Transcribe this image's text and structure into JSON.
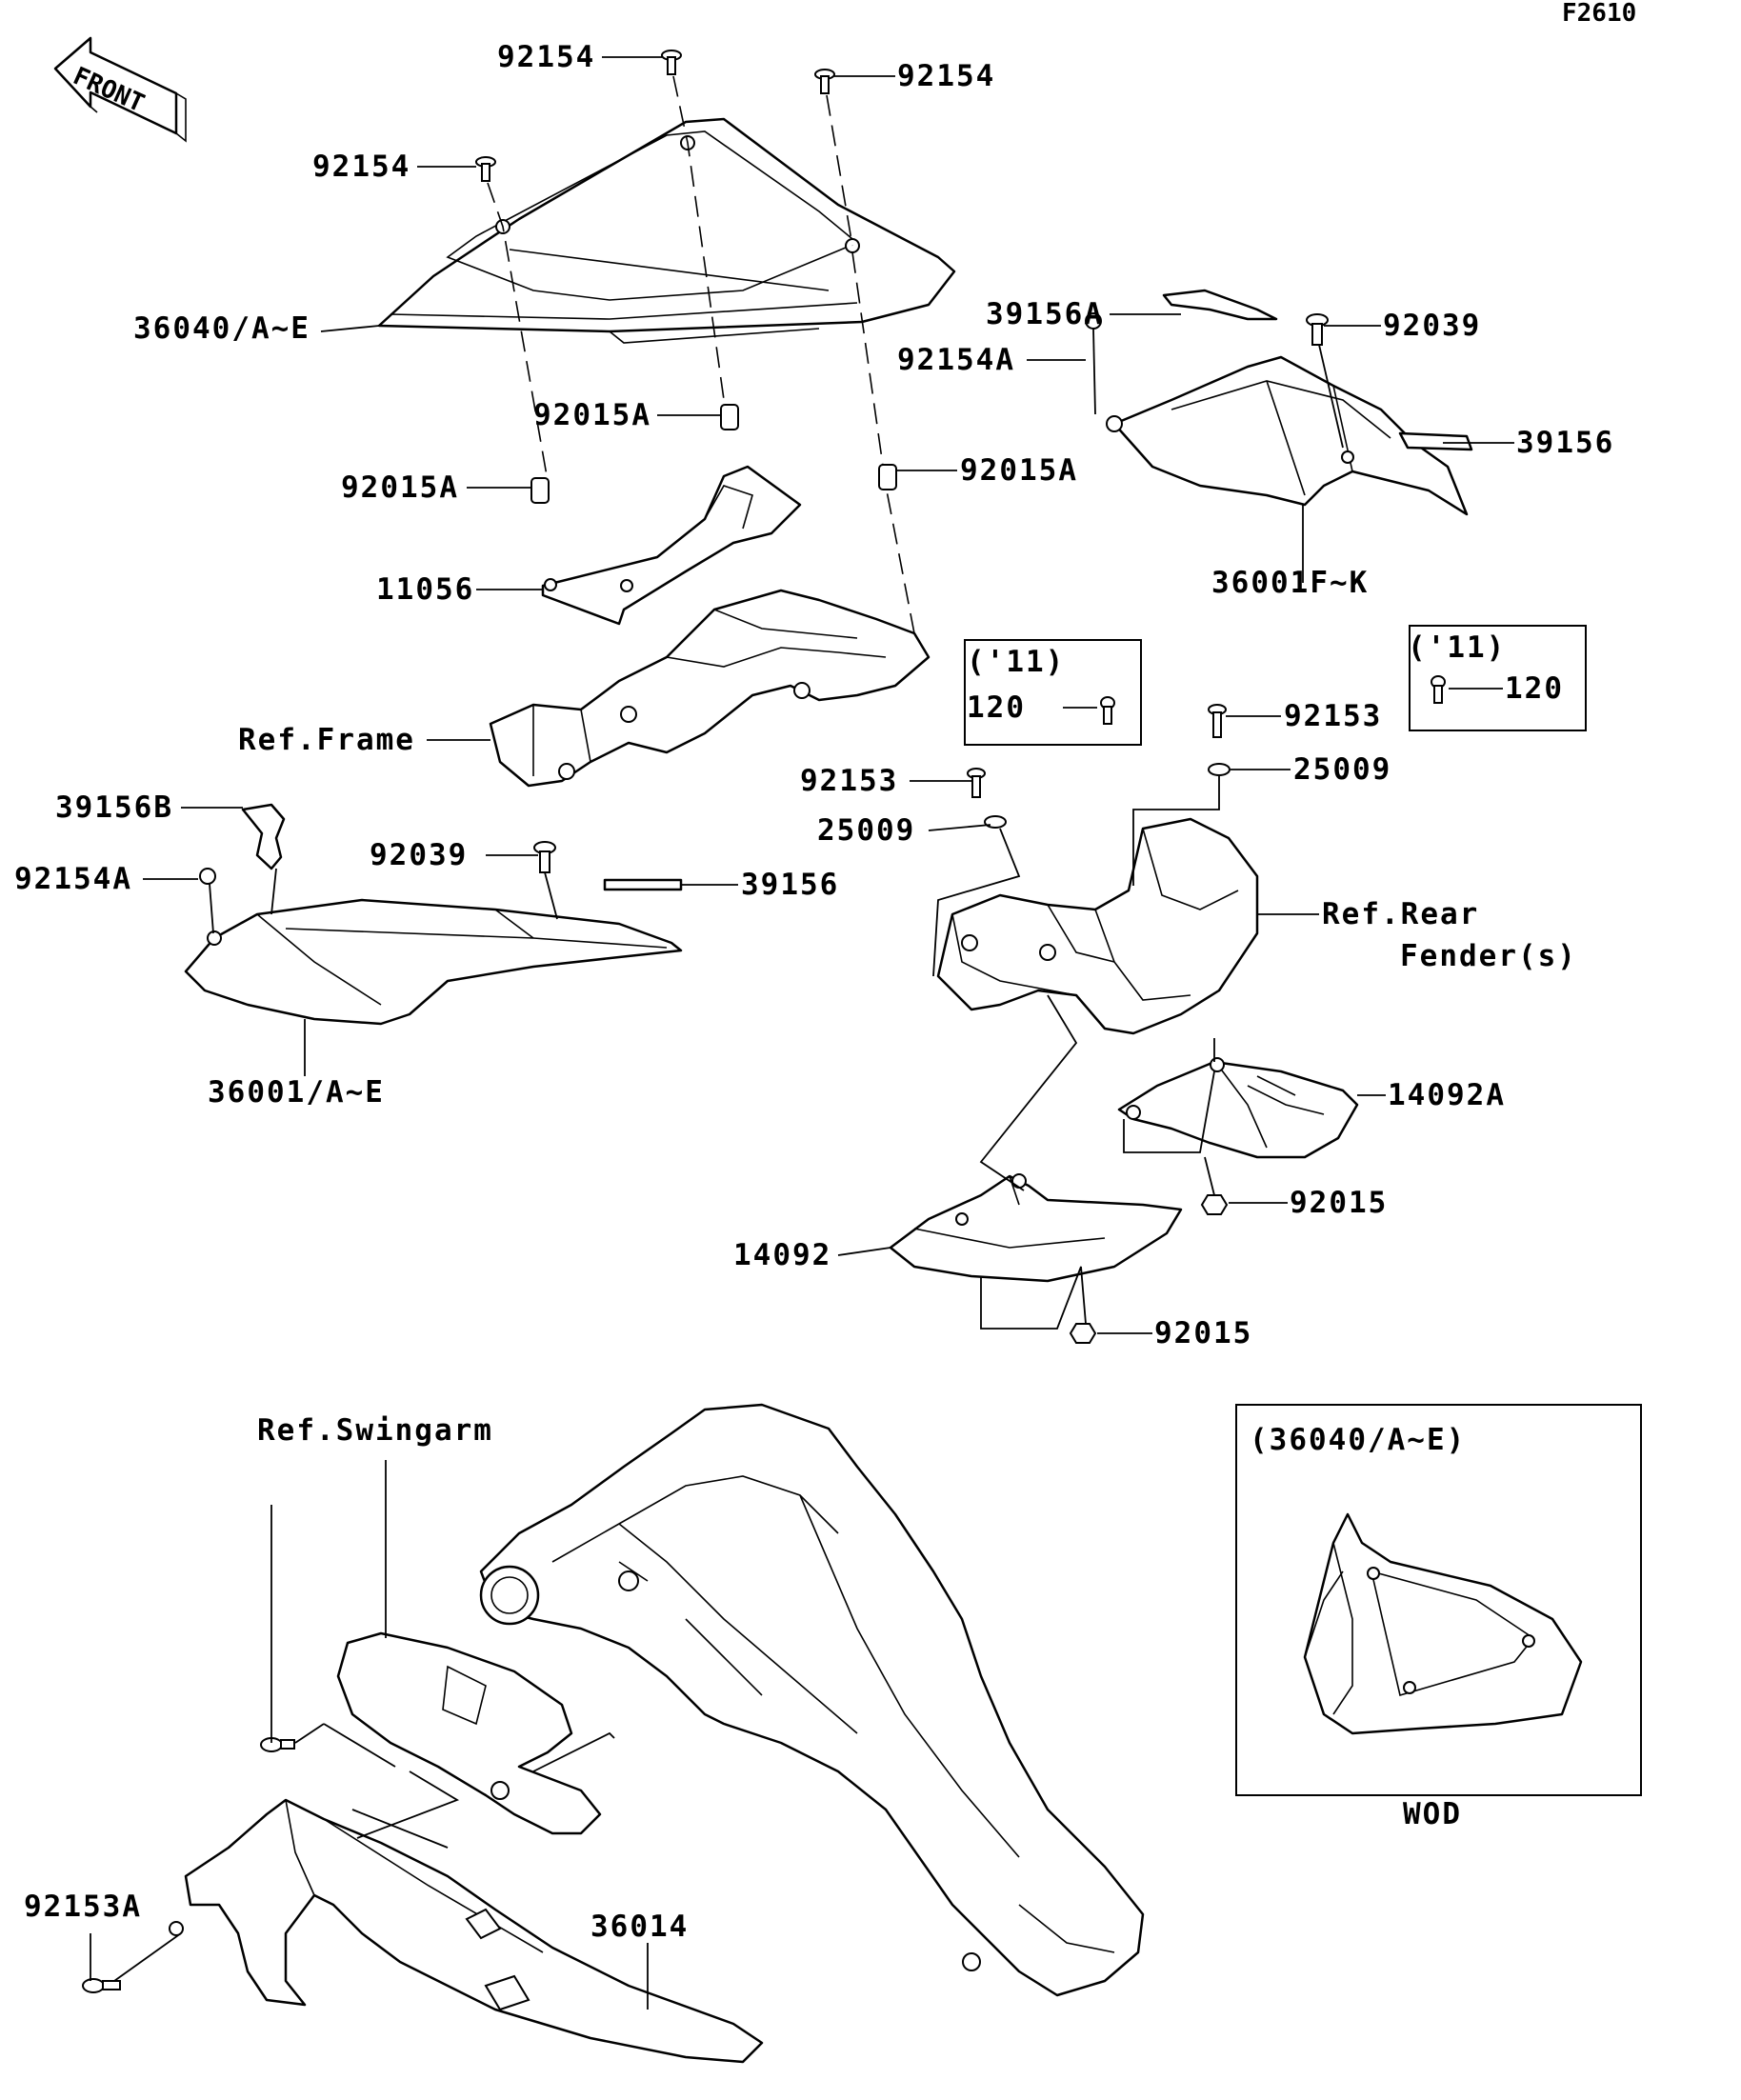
{
  "figure_code": "F2610",
  "front_label": "FRONT",
  "labels": {
    "l_92154_a": "92154",
    "l_92154_b": "92154",
    "l_92154_c": "92154",
    "l_36040": "36040/A~E",
    "l_92015A_a": "92015A",
    "l_92015A_b": "92015A",
    "l_92015A_c": "92015A",
    "l_11056": "11056",
    "l_ref_frame": "Ref.Frame",
    "l_39156A": "39156A",
    "l_92154A_a": "92154A",
    "l_92039_a": "92039",
    "l_39156_a": "39156",
    "l_36001FK": "36001F~K",
    "l_box1_year": "('11)",
    "l_box1_part": "120",
    "l_box2_year": "('11)",
    "l_box2_part": "120",
    "l_92153_a": "92153",
    "l_25009_a": "25009",
    "l_92153_b": "92153",
    "l_25009_b": "25009",
    "l_ref_rear_1": "Ref.Rear",
    "l_ref_rear_2": "Fender(s)",
    "l_39156B": "39156B",
    "l_92154A_b": "92154A",
    "l_92039_b": "92039",
    "l_39156_b": "39156",
    "l_36001AE": "36001/A~E",
    "l_14092A": "14092A",
    "l_92015_a": "92015",
    "l_14092": "14092",
    "l_92015_b": "92015",
    "l_ref_swingarm": "Ref.Swingarm",
    "l_wod_title": "(36040/A~E)",
    "l_wod": "WOD",
    "l_92153A": "92153A",
    "l_36014": "36014"
  }
}
